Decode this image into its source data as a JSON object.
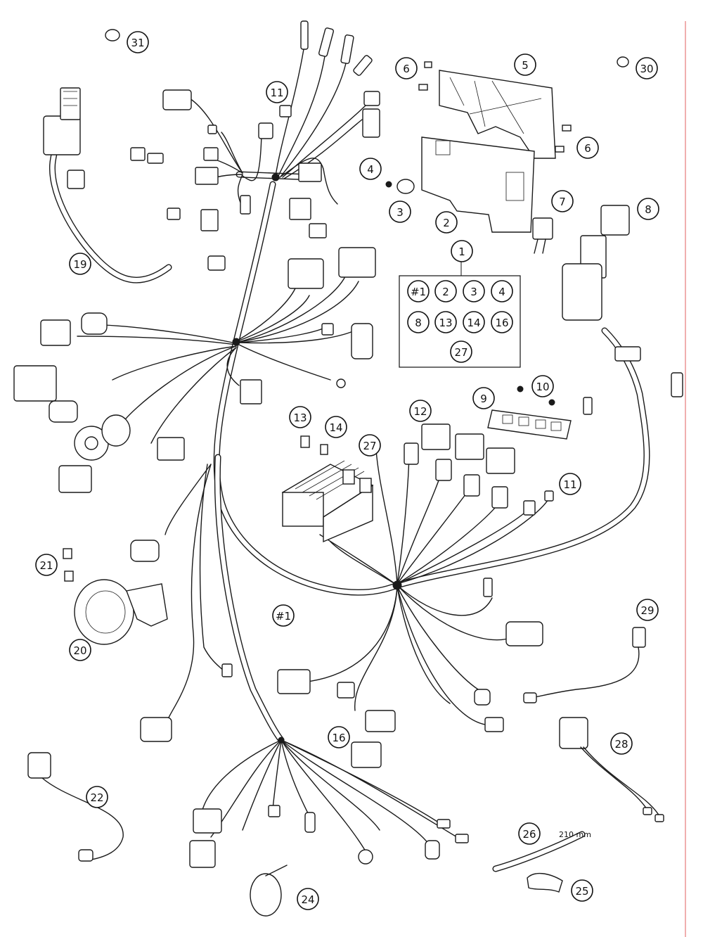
{
  "callouts": [
    {
      "id": "c31",
      "label": "31"
    },
    {
      "id": "c11a",
      "label": "11"
    },
    {
      "id": "c6a",
      "label": "6"
    },
    {
      "id": "c5",
      "label": "5"
    },
    {
      "id": "c30",
      "label": "30"
    },
    {
      "id": "c6b",
      "label": "6"
    },
    {
      "id": "c4",
      "label": "4"
    },
    {
      "id": "c3",
      "label": "3"
    },
    {
      "id": "c2",
      "label": "2"
    },
    {
      "id": "c7",
      "label": "7"
    },
    {
      "id": "c8",
      "label": "8"
    },
    {
      "id": "c1",
      "label": "1"
    },
    {
      "id": "c19",
      "label": "19"
    },
    {
      "id": "c9",
      "label": "9"
    },
    {
      "id": "c10",
      "label": "10"
    },
    {
      "id": "c12",
      "label": "12"
    },
    {
      "id": "c13",
      "label": "13"
    },
    {
      "id": "c14",
      "label": "14"
    },
    {
      "id": "c27",
      "label": "27"
    },
    {
      "id": "c11b",
      "label": "11"
    },
    {
      "id": "c21",
      "label": "21"
    },
    {
      "id": "c20",
      "label": "20"
    },
    {
      "id": "c1harness",
      "label": "#1"
    },
    {
      "id": "c29",
      "label": "29"
    },
    {
      "id": "c16",
      "label": "16"
    },
    {
      "id": "c28",
      "label": "28"
    },
    {
      "id": "c22",
      "label": "22"
    },
    {
      "id": "c26",
      "label": "26"
    },
    {
      "id": "c25",
      "label": "25"
    },
    {
      "id": "c24",
      "label": "24"
    }
  ],
  "kit_box": {
    "items": [
      "#1",
      "2",
      "3",
      "4",
      "8",
      "13",
      "14",
      "16",
      "27"
    ]
  },
  "dimension_label": "210 mm"
}
